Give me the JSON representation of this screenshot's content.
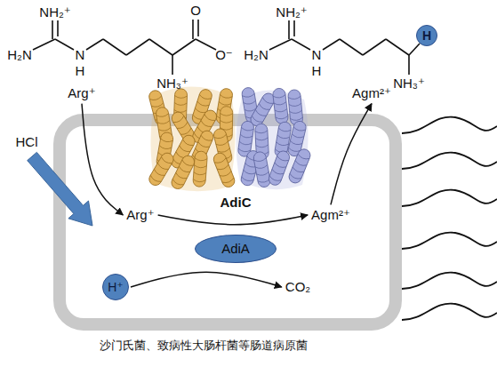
{
  "diagram": {
    "nodes": [
      {
        "text": [
          "H"
        ]
      },
      {
        "text": [
          "Arg⁺"
        ]
      },
      {
        "text": [
          "Agm²⁺"
        ]
      },
      {
        "text": [
          "沙门氏菌、致病性大肠杆菌等肠道病原菌"
        ]
      },
      {
        "text": [
          "Arg⁺"
        ],
        "in": 3
      },
      {
        "text": [
          "Agm²⁺"
        ],
        "in": 3
      },
      {
        "text": [
          "AdiA"
        ],
        "in": 3
      },
      {
        "text": [
          "H⁺"
        ],
        "in": 3
      },
      {
        "text": [
          "CO₂"
        ],
        "in": 3
      }
    ],
    "edges": [
      {
        "from": 1,
        "to": 4,
        "arrow": "to"
      },
      {
        "from": 4,
        "to": 5,
        "arrow": "to"
      },
      {
        "from": 5,
        "to": 2,
        "arrow": "to"
      },
      {
        "from": 7,
        "to": 8,
        "arrow": "to"
      }
    ],
    "labels": [
      "NH₂⁺",
      "H₂N",
      "N",
      "H",
      "O",
      "O⁻",
      "NH₃⁺",
      "NH₂⁺",
      "H₂N",
      "N",
      "H",
      "NH₃⁺",
      "HCl",
      "AdiC"
    ]
  }
}
